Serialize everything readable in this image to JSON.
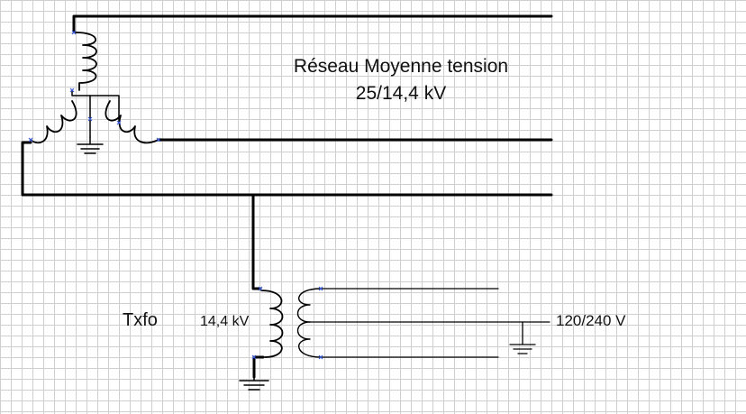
{
  "diagram": {
    "network_title": "Réseau Moyenne tension",
    "network_voltage": "25/14,4 kV",
    "transformer_label": "Txfo",
    "primary_voltage": "14,4 kV",
    "secondary_voltage": "120/240 V",
    "wire_color": "#000000",
    "terminal_color": "#3b5bd6",
    "grid_color": "#cfcfcf"
  }
}
